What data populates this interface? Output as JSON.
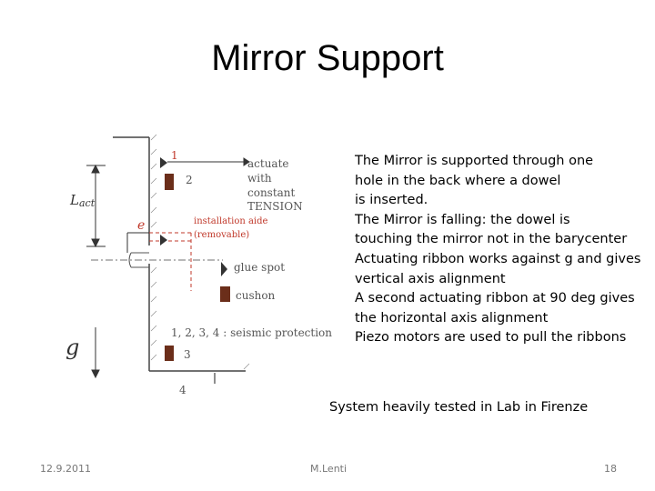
{
  "slide": {
    "title": "Mirror Support",
    "body_lines": [
      "The Mirror is supported through one",
      "hole in the back where a dowel",
      "is inserted.",
      "The Mirror is falling: the dowel is",
      "touching the mirror not in the barycenter",
      "Actuating ribbon works against g and gives",
      "vertical axis alignment",
      "A second actuating ribbon at 90 deg gives",
      "the horizontal axis alignment",
      "Piezo motors are used to pull the ribbons"
    ],
    "caption": "System heavily tested in Lab in Firenze"
  },
  "diagram": {
    "labels": {
      "l_act": "L",
      "l_act_sub": "act",
      "e": "e",
      "g": "g",
      "n1": "1",
      "n2": "2",
      "n3": "3",
      "n4": "4",
      "actuate_1": "actuate",
      "actuate_2": "with",
      "actuate_3": "constant",
      "actuate_4": "TENSION",
      "install_1": "installation aide",
      "install_2": "(removable)",
      "glue": "glue spot",
      "cushon": "cushon",
      "seismic": "1, 2, 3, 4 : seismic protection"
    },
    "colors": {
      "label_red": "#c0392b",
      "pad_brown": "#6b2e1a",
      "line_gray": "#444444"
    }
  },
  "footer": {
    "date": "12.9.2011",
    "author": "M.Lenti",
    "page": "18"
  }
}
